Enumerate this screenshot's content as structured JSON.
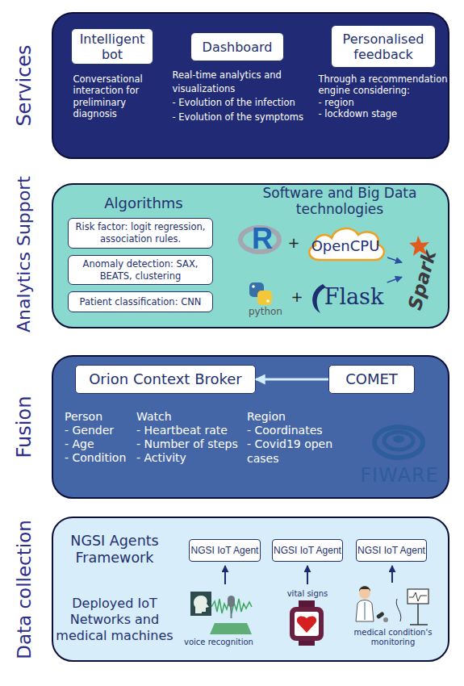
{
  "diagram": {
    "nodes": [
      {
        "text": [
          "Services"
        ]
      },
      {
        "text": [
          "Intelligent bot",
          "Conversational interaction for preliminary diagnosis"
        ],
        "in": 0
      },
      {
        "text": [
          "Dashboard",
          "Real-time analytics and visualizations",
          "- Evolution of the infection",
          "- Evolution of the symptoms"
        ],
        "in": 0
      },
      {
        "text": [
          "Personalised feedback",
          "Through a recommendation engine considering:",
          "- region",
          "- lockdown stage"
        ],
        "in": 0
      },
      {
        "text": [
          "Analytics Support"
        ]
      },
      {
        "text": [
          "Risk factor: logit regression, association rules."
        ],
        "in": 4
      },
      {
        "text": [
          "Anomaly detection: SAX, BEATS, clustering"
        ],
        "in": 4
      },
      {
        "text": [
          "Patient classification: CNN"
        ],
        "in": 4
      },
      {
        "text": [
          "OpenCPU"
        ],
        "in": 4
      },
      {
        "text": [
          "Flask"
        ],
        "in": 4
      },
      {
        "text": [
          "Spark"
        ],
        "in": 4
      },
      {
        "text": [
          "Fusion"
        ]
      },
      {
        "text": [
          "Orion Context Broker"
        ],
        "in": 11
      },
      {
        "text": [
          "COMET"
        ],
        "in": 11
      },
      {
        "text": [
          "Data collection"
        ]
      },
      {
        "text": [
          "NGSI IoT Agent"
        ],
        "in": 14
      },
      {
        "text": [
          "NGSI IoT Agent"
        ],
        "in": 14
      },
      {
        "text": [
          "NGSI IoT Agent"
        ],
        "in": 14
      }
    ],
    "edges": [
      {
        "from": 8,
        "to": 10,
        "arrow": "to"
      },
      {
        "from": 9,
        "to": 10,
        "arrow": "to"
      },
      {
        "from": 13,
        "to": 12,
        "arrow": "to"
      }
    ],
    "labels": [
      "Algorithms",
      "Software and Big Data technologies",
      "R",
      "+",
      "python",
      "+",
      "Person",
      "- Gender",
      "- Age",
      "- Condition",
      "Watch",
      "- Heartbeat rate",
      "- Number of steps",
      "- Activity",
      "Region",
      "- Coordinates",
      "- Covid19 open cases",
      "FIWARE",
      "NGSI Agents Framework",
      "Deployed IoT Networks and medical machines",
      "voice recognition",
      "vital signs",
      "medical condition's monitoring"
    ]
  }
}
